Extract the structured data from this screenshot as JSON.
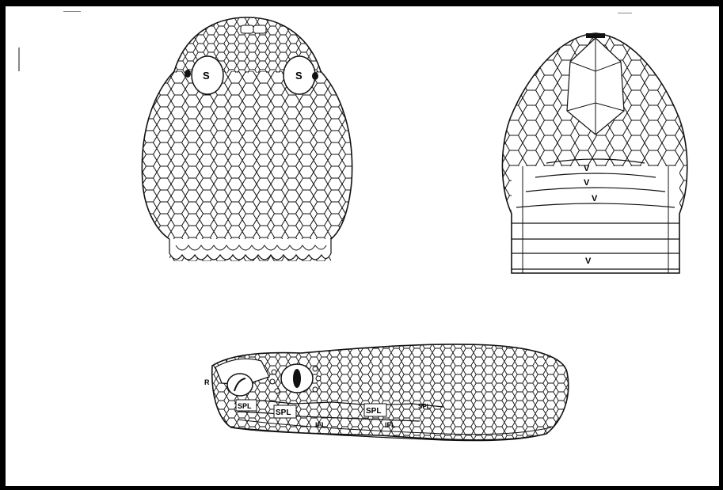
{
  "labels": {
    "dorsal": {
      "supraocular_left": "S",
      "supraocular_right": "S"
    },
    "ventral": {
      "ventral_1": "V",
      "ventral_2": "V",
      "ventral_3": "V",
      "ventral_4": "V"
    },
    "lateral": {
      "rostral": "R",
      "supralabial_1": "SPL",
      "supralabial_2": "SPL",
      "supralabial_3": "SPL",
      "supralabial_4": "SPL",
      "infralabial_1": "IFL",
      "infralabial_2": "IFL"
    }
  },
  "colors": {
    "frame": "#000000",
    "paper": "#ffffff",
    "ink": "#111111"
  }
}
